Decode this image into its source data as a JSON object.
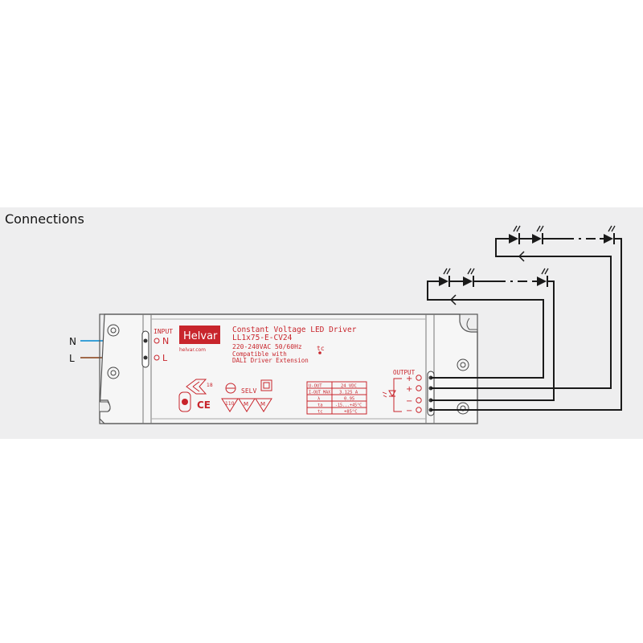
{
  "title": "Connections",
  "mains": {
    "n_label": "N",
    "l_label": "L",
    "n_color": "#3aa0d8",
    "l_color": "#a0694a"
  },
  "driver": {
    "input_label": "INPUT",
    "input_n": "N",
    "input_l": "L",
    "brand": "Helvar",
    "brand_url": "helvar.com",
    "product_title": "Constant Voltage LED Driver",
    "model": "LL1x75-E-CV24",
    "supply": "220-240VAC 50/60Hz",
    "tc_label": "tc",
    "compat_line1": "Compatible with",
    "compat_line2": "DALI Driver Extension",
    "enec_number": "18",
    "selv": "SELV",
    "temp_mark": "110",
    "m_mark1": "M",
    "m_mark2": "M",
    "ce": "CE",
    "output_label": "OUTPUT",
    "output_terminals": [
      "+",
      "+",
      "−",
      "−"
    ],
    "accent": "#c8252c",
    "specs": [
      {
        "param": "U-OUT",
        "value": "24 VDC"
      },
      {
        "param": "I-OUT MAX",
        "value": "3.125 A"
      },
      {
        "param": "λ",
        "value": "0.95"
      },
      {
        "param": "ta",
        "value": "-15...+45°C"
      },
      {
        "param": "tc",
        "value": "+85°C"
      }
    ]
  }
}
